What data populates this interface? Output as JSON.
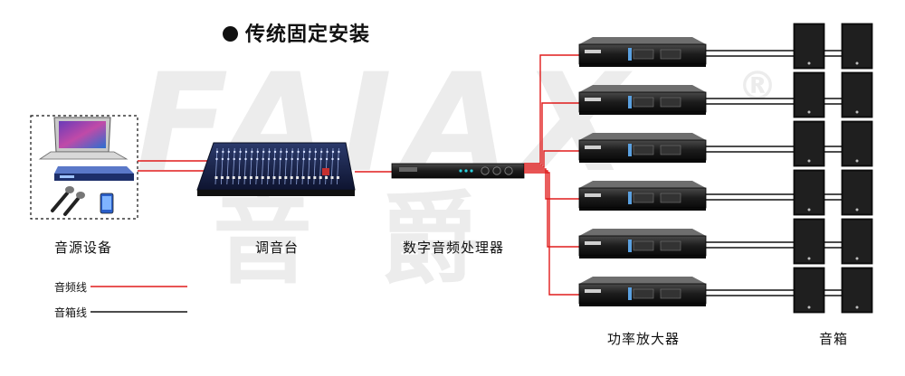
{
  "title": "传统固定安装",
  "watermark": {
    "brand": "FAIAX",
    "registered": "®",
    "cn": [
      "音",
      "爵"
    ]
  },
  "labels": {
    "source": "音源设备",
    "mixer": "调音台",
    "processor": "数字音频处理器",
    "amplifiers": "功率放大器",
    "speakers": "音箱"
  },
  "legend": [
    {
      "label": "音频线",
      "color": "#e01b1b"
    },
    {
      "label": "音箱线",
      "color": "#111111"
    }
  ],
  "amplifier_count": 6,
  "speaker_rows": 6,
  "speakers_per_row": 2,
  "colors": {
    "audio_cable": "#e01b1b",
    "speaker_cable": "#111111"
  }
}
